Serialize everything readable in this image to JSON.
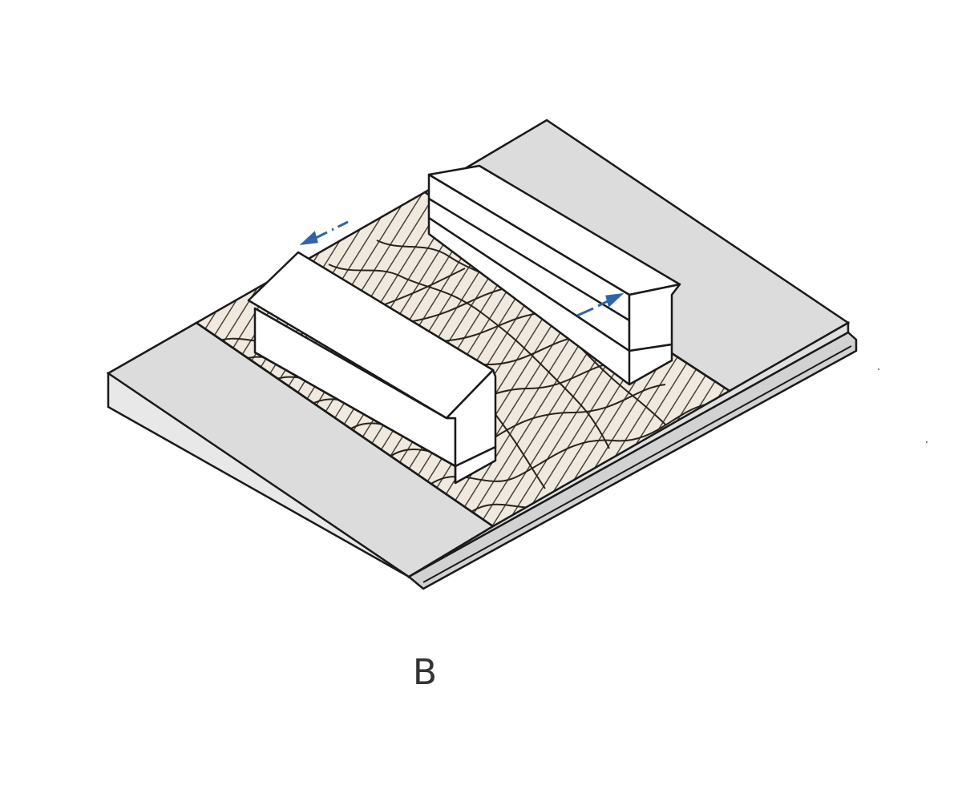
{
  "caption": "B",
  "colors": {
    "background": "#ffffff",
    "paved_surface": "#dcdcdc",
    "wave_pattern_base": "#efe9df",
    "wave_hatch": "#4a4038",
    "building_face": "#ffffff",
    "outline": "#1a1a1a",
    "arrow": "#2e65a8"
  },
  "elements": {
    "left_paved_strip": "paved-surface",
    "right_paved_strip": "paved-surface",
    "central_zone": "wave-textured-ground",
    "building_front": "gable-roof-building",
    "building_back": "gable-roof-building",
    "arrow_left": "arrow-icon",
    "arrow_right": "arrow-icon"
  }
}
